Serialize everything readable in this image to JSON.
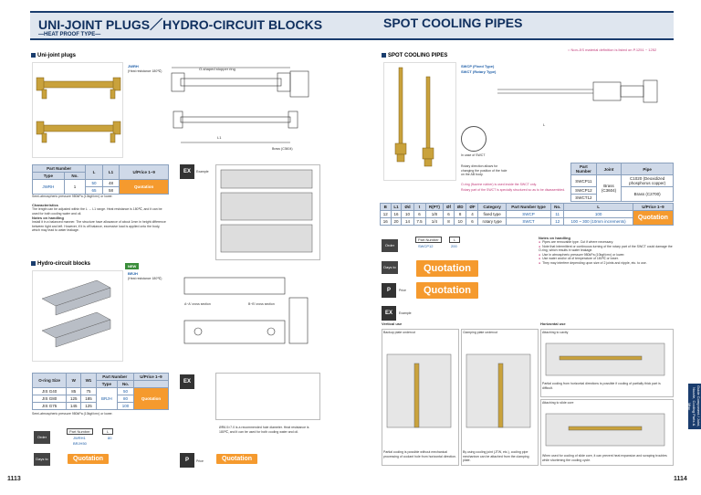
{
  "header": {
    "left_title": "UNI-JOINT PLUGS／HYDRO-CIRCUIT BLOCKS",
    "left_subtitle": "—HEAT PROOF TYPE—",
    "right_title": "SPOT COOLING PIPES",
    "right_note": "Non-JIS material definition is listed on P.1251 ~ 1252"
  },
  "unijoint": {
    "section": "Uni-joint plugs",
    "model": "JWRH",
    "heat": "(Heat resistance 180℃)",
    "table_head": [
      "Part Number",
      "L",
      "L1",
      "U/Price 1~9"
    ],
    "table_sub": [
      "Type",
      "No."
    ],
    "rows": [
      [
        "JWRH",
        "1",
        "50",
        "48"
      ],
      [
        "",
        "",
        "65",
        "58"
      ]
    ],
    "quote": "Quotation",
    "pressure": "Semi-atmospheric pressure 980kPa (10kgf/cm²) or lower.",
    "char_title": "Characteristics",
    "char_text": "The length can be adjusted within the L → L1 range. Heat resistance is 180℃, and it can be used for both cooling water and oil.",
    "handling_title": "Notes on handling",
    "handling_text": "Install it in a balanced manner. The structure have allowance of about 1mm in height difference between tight and left. However, if it is off balance, excessive load is applied onto the body, which may lead to water leakage.",
    "example": "Example"
  },
  "hydro": {
    "section": "Hydro-circuit blocks",
    "model": "BRJH",
    "heat": "(Heat resistance 180℃)",
    "new": "NEW",
    "table_head": [
      "O-ring Size",
      "W",
      "W1",
      "Part Number",
      "U/Price 1~9"
    ],
    "rows": [
      [
        "JIS G40",
        "85",
        "75",
        "",
        "50"
      ],
      [
        "JIS G80",
        "125",
        "185",
        "BRJH",
        "80"
      ],
      [
        "JIS G75",
        "145",
        "125",
        "",
        "100"
      ]
    ],
    "quote": "Quotation",
    "pressure": "Semi-atmospheric pressure 980kPa (10kgf/cm²) or lower.",
    "note": "ØR6.0×7.0 is a recommended hole diameter. Heat resistance is 180℃, and it can be used for both cooling water and oil.",
    "order_label": "Order",
    "order_ex": [
      "Part Number",
      "L",
      "JWRH1",
      "80",
      "BRJH50"
    ],
    "days": "Days to Ship",
    "price": "Price",
    "quote2": "Quotation"
  },
  "spot": {
    "section": "SPOT COOLING PIPES",
    "models": [
      "SWCP (Fixed Type)",
      "SWCT (Rotary Type)"
    ],
    "detail": "In case of SWCT",
    "rotary_note": "Rotary direction allows for changing the position of the hole on the AB body.",
    "oring_note1": "O-ring (fluorine rubber) is used inside the SWCT only.",
    "oring_note2": "Rotary part of the SWCT is specially structured so as to be disassembled.",
    "mat_head": [
      "Part Number",
      "Joint",
      "Pipe"
    ],
    "mat_rows": [
      [
        "SWCP11",
        "Brass (C3604)",
        "C1020 (Deoxidized phosphorus copper)"
      ],
      [
        "SWCP12",
        "",
        "Brass (C2700)"
      ],
      [
        "SWCT12",
        "",
        ""
      ]
    ],
    "table_head": [
      "B",
      "L1",
      "Ød",
      "t",
      "R(PT)",
      "Øf",
      "ØD",
      "ØF",
      "Category",
      "Part Number type",
      "No.",
      "L",
      "U/Price 1~9"
    ],
    "rows": [
      [
        "12",
        "16",
        "10",
        "6",
        "1/8",
        "6",
        "8",
        "4",
        "fixed type",
        "SWCP",
        "11",
        "100",
        ""
      ],
      [
        "16",
        "20",
        "14",
        "7.5",
        "1/4",
        "8",
        "10",
        "6",
        "rotary type",
        "SWCT",
        "12",
        "100 ~ 300 (10mm increments)",
        ""
      ]
    ],
    "quote": "Quotation",
    "order_ex": [
      "Part Number",
      "L",
      "SWCP12",
      "200"
    ],
    "handling_title": "Notes on handling",
    "handling": [
      "Pipes are removable type. Cut if where necessary.",
      "Note that intermittent or continuous turning of the rotary part of the SWCT could damage the O-ring, which results in water leakage.",
      "Use in atmospheric pressure 980kPa (10kgf/cm²) or lower.",
      "Use water and/or oil of temperature of 180℃ or lower.",
      "They may interfere depending upon size of 2 joints and nipple, etc. to use."
    ],
    "order": "Order",
    "days": "Days to Ship",
    "price": "Price",
    "quote2": "Quotation",
    "quote3": "Quotation",
    "example": "Example",
    "vertical": "Vertical use",
    "horizontal": "Horizontal use",
    "v1": "Backup plate undercut",
    "v2": "Clamping plate undercut",
    "h1": "Attaching to cavity",
    "h2": "Attaching to slide core",
    "vcap1": "Partial cooling is possible without mechanical processing of coolant hole from horizontal direction.",
    "vcap2": "By using cooling joint (JTW, etc.), cooling pipe mechanism can be attached from the clamping plate.",
    "hcap1": "Partial cooling from horizontal directions is possible if cooling of partially thick part is difficult.",
    "hcap2": "When used for cooling of slide core, it can prevent heat expansion and scraping troubles while shortening the cooling cycle."
  },
  "pages": {
    "left": "1113",
    "right": "1114"
  },
  "side_tab": "Guide Component / Joint, Nozzle, Cooling Parts & Misc"
}
